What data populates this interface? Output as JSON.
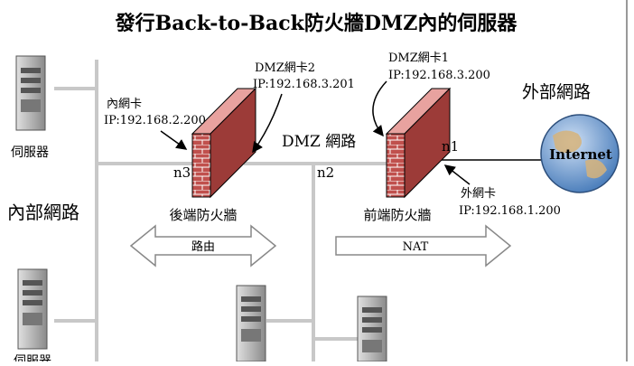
{
  "title": "發行Back-to-Back防火牆DMZ內的伺服器",
  "servers": {
    "internal_top_label": "伺服器",
    "internal_bottom_label": "伺服器"
  },
  "zones": {
    "internal": "內部網路",
    "external": "外部網路",
    "dmz": "DMZ 網路"
  },
  "back_firewall": {
    "name": "後端防火牆",
    "port_label": "n3",
    "internal_nic_title": "內網卡",
    "internal_nic_ip": "IP:192.168.2.200",
    "dmz_nic_title": "DMZ網卡2",
    "dmz_nic_ip": "IP:192.168.3.201",
    "arrow_label": "路由"
  },
  "front_firewall": {
    "name": "前端防火牆",
    "dmz_port_label": "n2",
    "ext_port_label": "n1",
    "dmz_nic_title": "DMZ網卡1",
    "dmz_nic_ip": "IP:192.168.3.200",
    "ext_nic_title": "外網卡",
    "ext_nic_ip": "IP:192.168.1.200",
    "arrow_label": "NAT"
  },
  "internet_label": "Internet",
  "colors": {
    "line": "#c8c8c8",
    "brick": "#c0504d",
    "brick_mortar": "#ffffff",
    "globe": "#4f81bd",
    "server_body": "#b0b0b0"
  }
}
